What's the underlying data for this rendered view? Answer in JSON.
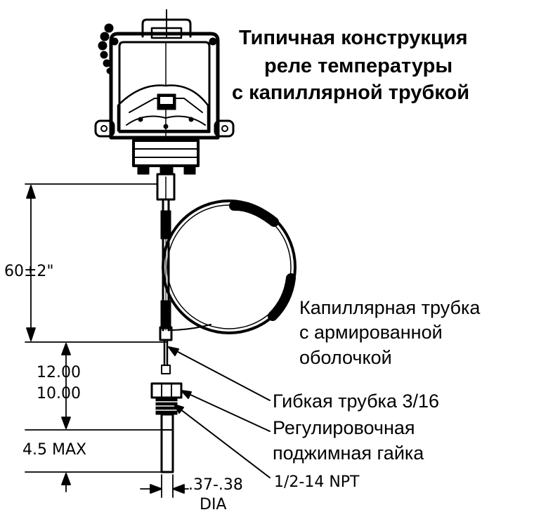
{
  "title": {
    "line1": "Типичная конструкция",
    "line2": "реле температуры",
    "line3": "с капиллярной трубкой"
  },
  "labels": {
    "capillary_line1": "Капиллярная трубка",
    "capillary_line2": "с армированной",
    "capillary_line3": "оболочкой",
    "flex_tube": "Гибкая трубка 3/16",
    "nut_line1": "Регулировочная",
    "nut_line2": "поджимная гайка",
    "thread": "1/2-14 NPT"
  },
  "dimensions": {
    "capillary_length": "60±2\"",
    "span_upper": "12.00",
    "span_lower": "10.00",
    "bulb_length": "4.5 MAX",
    "diameter": ".37-.38",
    "diameter_unit": "DIA"
  },
  "colors": {
    "ink": "#000000",
    "background": "#ffffff"
  }
}
